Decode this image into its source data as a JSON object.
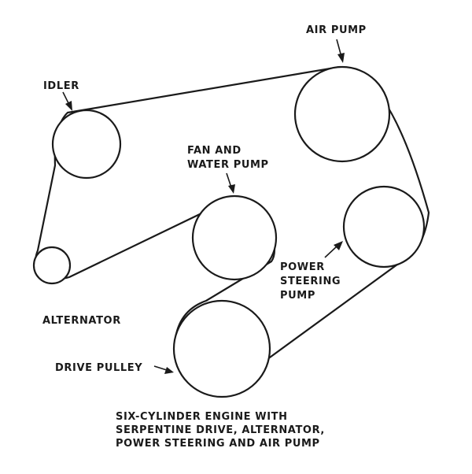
{
  "labels": {
    "air_pump": "AIR PUMP",
    "idler": "IDLER",
    "fan_water_pump_line1": "FAN AND",
    "fan_water_pump_line2": "WATER PUMP",
    "power_steering_line1": "POWER",
    "power_steering_line2": "STEERING",
    "power_steering_line3": "PUMP",
    "alternator": "ALTERNATOR",
    "drive_pulley": "DRIVE PULLEY"
  },
  "caption": {
    "line1": "SIX-CYLINDER ENGINE WITH",
    "line2": "SERPENTINE DRIVE, ALTERNATOR,",
    "line3": "POWER STEERING AND AIR PUMP"
  }
}
